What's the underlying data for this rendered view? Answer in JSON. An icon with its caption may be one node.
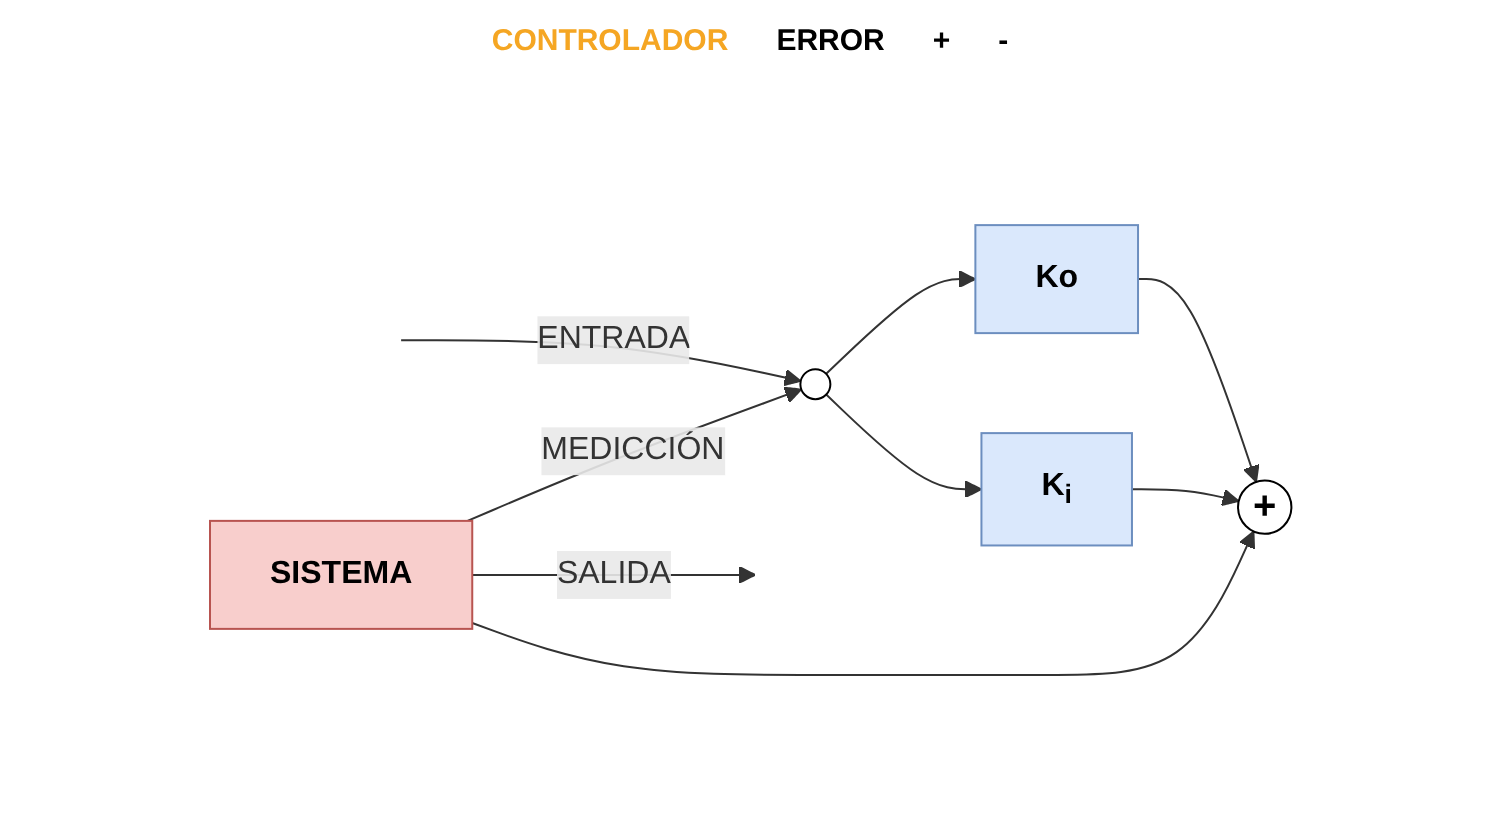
{
  "diagram": {
    "nodes": [
      {
        "text": [],
        "shape": "circle"
      },
      {
        "text": [
          "Ko"
        ]
      },
      {
        "text": [
          "K$_{i}$"
        ]
      },
      {
        "text": [
          "+"
        ]
      },
      {
        "text": [
          "SISTEMA"
        ]
      }
    ],
    "edges": [
      {
        "from": null,
        "to": 0,
        "arrow": "to",
        "label": "ENTRADA"
      },
      {
        "from": 0,
        "to": 1,
        "arrow": "to"
      },
      {
        "from": 0,
        "to": 2,
        "arrow": "to"
      },
      {
        "from": 1,
        "to": 3,
        "arrow": "to"
      },
      {
        "from": 2,
        "to": 3,
        "arrow": "to"
      },
      {
        "from": 4,
        "to": 3,
        "arrow": "to"
      },
      {
        "from": 4,
        "to": null,
        "arrow": "to",
        "label": "SALIDA"
      },
      {
        "from": 4,
        "to": 0,
        "arrow": "to",
        "label": "MEDICCIÓN"
      }
    ],
    "labels": [
      "CONTROLADOR",
      "ERROR",
      "+",
      "-"
    ]
  }
}
